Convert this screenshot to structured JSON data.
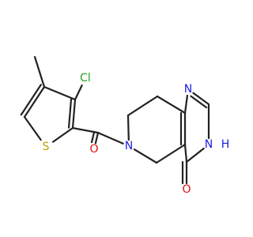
{
  "diagram": {
    "atoms": [
      {
        "id": "S1",
        "label": "S",
        "x": 0,
        "y": 0,
        "color": "#b5a400"
      },
      {
        "id": "Cl1",
        "label": "Cl",
        "x": 0,
        "y": 0,
        "color": "#22a022"
      },
      {
        "id": "O1",
        "label": "O",
        "x": 0,
        "y": 0,
        "color": "#e01010"
      },
      {
        "id": "N6",
        "label": "N",
        "x": 0,
        "y": 0,
        "color": "#2020e0"
      },
      {
        "id": "N1",
        "label": "N",
        "x": 0,
        "y": 0,
        "color": "#2020e0"
      },
      {
        "id": "N3",
        "label": "N",
        "x": 0,
        "y": 0,
        "color": "#2020e0"
      },
      {
        "id": "H3",
        "label": "H",
        "x": 0,
        "y": 0,
        "color": "#2020e0"
      },
      {
        "id": "O4",
        "label": "O",
        "x": 0,
        "y": 0,
        "color": "#e01010"
      }
    ]
  }
}
